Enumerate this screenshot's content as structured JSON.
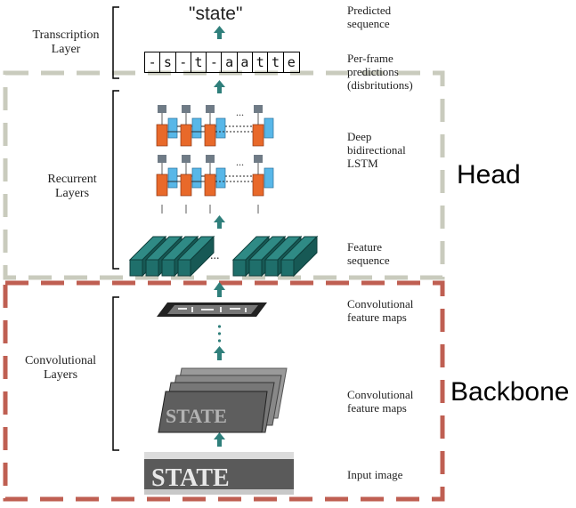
{
  "predicted_word": "\"state\"",
  "per_frame": [
    "-",
    "s",
    "-",
    "t",
    "-",
    "a",
    "a",
    "t",
    "t",
    "e"
  ],
  "left_labels": {
    "transcription": "Transcription\nLayer",
    "recurrent": "Recurrent\nLayers",
    "convolutional": "Convolutional\nLayers"
  },
  "right_labels": {
    "predicted": "Predicted\nsequence",
    "per_frame": "Per-frame\npredictions\n(disbritutions)",
    "lstm": "Deep\nbidirectional\nLSTM",
    "feature_seq": "Feature\nsequence",
    "conv_maps_top": "Convolutional\nfeature maps",
    "conv_maps_bottom": "Convolutional\nfeature maps",
    "input": "Input image"
  },
  "regions": {
    "head": "Head",
    "backbone": "Backbone"
  },
  "lstm_ellipsis": "...",
  "feature_ellipsis": "...",
  "input_text": "STATE",
  "colors": {
    "head_border": "#c9cbbd",
    "backbone_border": "#bf5f52",
    "arrow": "#2f7f7b",
    "feature_fill": "#1f6f6b",
    "lstm_orange": "#e8692a",
    "lstm_blue": "#58b7e8",
    "lstm_gray": "#6f7b86"
  }
}
